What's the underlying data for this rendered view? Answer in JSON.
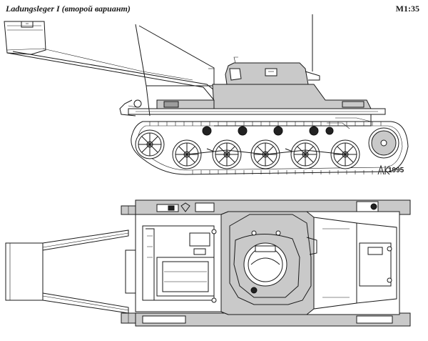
{
  "header": {
    "title": "Ladungsleger I (второй вариант)",
    "scale": "M1:35"
  },
  "signature": {
    "initials": "АК",
    "year": "1995"
  }
}
